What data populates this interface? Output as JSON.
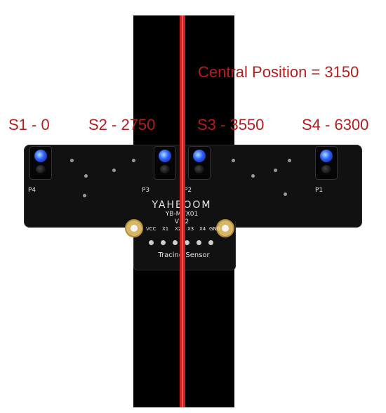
{
  "labels": {
    "central_position": "Central Position = 3150",
    "s1": "S1 - 0",
    "s2": "S2 - 2750",
    "s3": "S3 - 3550",
    "s4": "S4 - 6300"
  },
  "board": {
    "brand": "YAHBOOM",
    "model": "YB-MVX01",
    "version": "V1.2",
    "name": "Tracing Sensor",
    "probe_labels": [
      "P4",
      "P3",
      "P2",
      "P1"
    ],
    "pin_labels": [
      "VCC",
      "X1",
      "X2",
      "X3",
      "X4",
      "GND"
    ]
  },
  "colors": {
    "label_red": "#b71c1c",
    "center_line": "#d21f1f",
    "track": "#000000",
    "pcb": "#111111"
  }
}
